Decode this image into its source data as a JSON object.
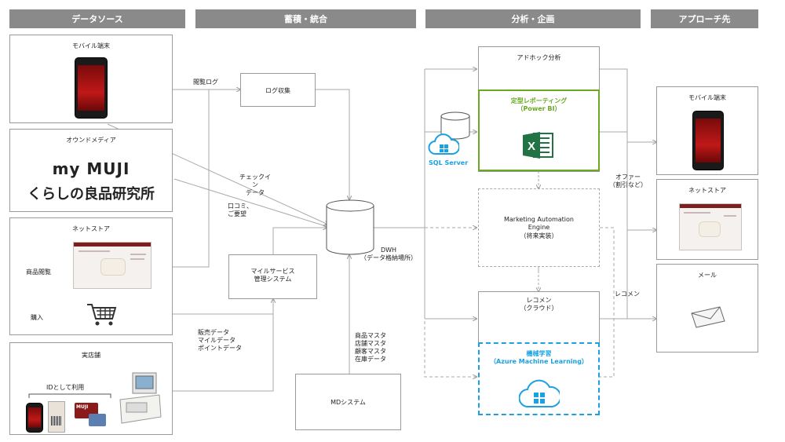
{
  "headers": {
    "sources": "データソース",
    "storage": "蓄積・統合",
    "analysis": "分析・企画",
    "approach": "アプローチ先"
  },
  "sources": {
    "mobile": "モバイル端末",
    "owned_media": "オウンドメディア",
    "brand_line1": "my MUJI",
    "brand_line2": "くらしの良品研究所",
    "net_store": "ネットストア",
    "product_view": "商品閲覧",
    "purchase": "購入",
    "real_store": "実店舗",
    "id_use": "IDとして利用",
    "card_logo": "MUJI"
  },
  "storage": {
    "log_collect": "ログ収集",
    "mile_system": "マイルサービス\n管理システム",
    "dwh": "DWH\n（データ格納場所）",
    "md_system": "MDシステム"
  },
  "edges": {
    "browse_log": "閲覧ログ",
    "checkin": "チェックイン\nデータ",
    "reviews": "口コミ、\nご要望",
    "sales": "販売データ\nマイルデータ\nポイントデータ",
    "masters": "商品マスタ\n店舗マスタ\n顧客マスタ\n在庫データ",
    "offer": "オファー\n（割引など）",
    "recommend": "レコメン"
  },
  "analysis": {
    "adhoc": "アドホック分析",
    "reporting": "定型レポーティング\n（Power BI）",
    "sql_server": "SQL Server",
    "mae": "Marketing Automation\nEngine\n（将来実装）",
    "recommend_cloud": "レコメン\n（クラウド）",
    "ml": "機械学習\n（Azure Machine Learning）"
  },
  "approach": {
    "mobile": "モバイル端末",
    "net_store": "ネットストア",
    "mail": "メール"
  },
  "colors": {
    "header": "#8a8a8a",
    "green": "#6aa820",
    "azure": "#1ba1e2",
    "excel": "#217346"
  }
}
